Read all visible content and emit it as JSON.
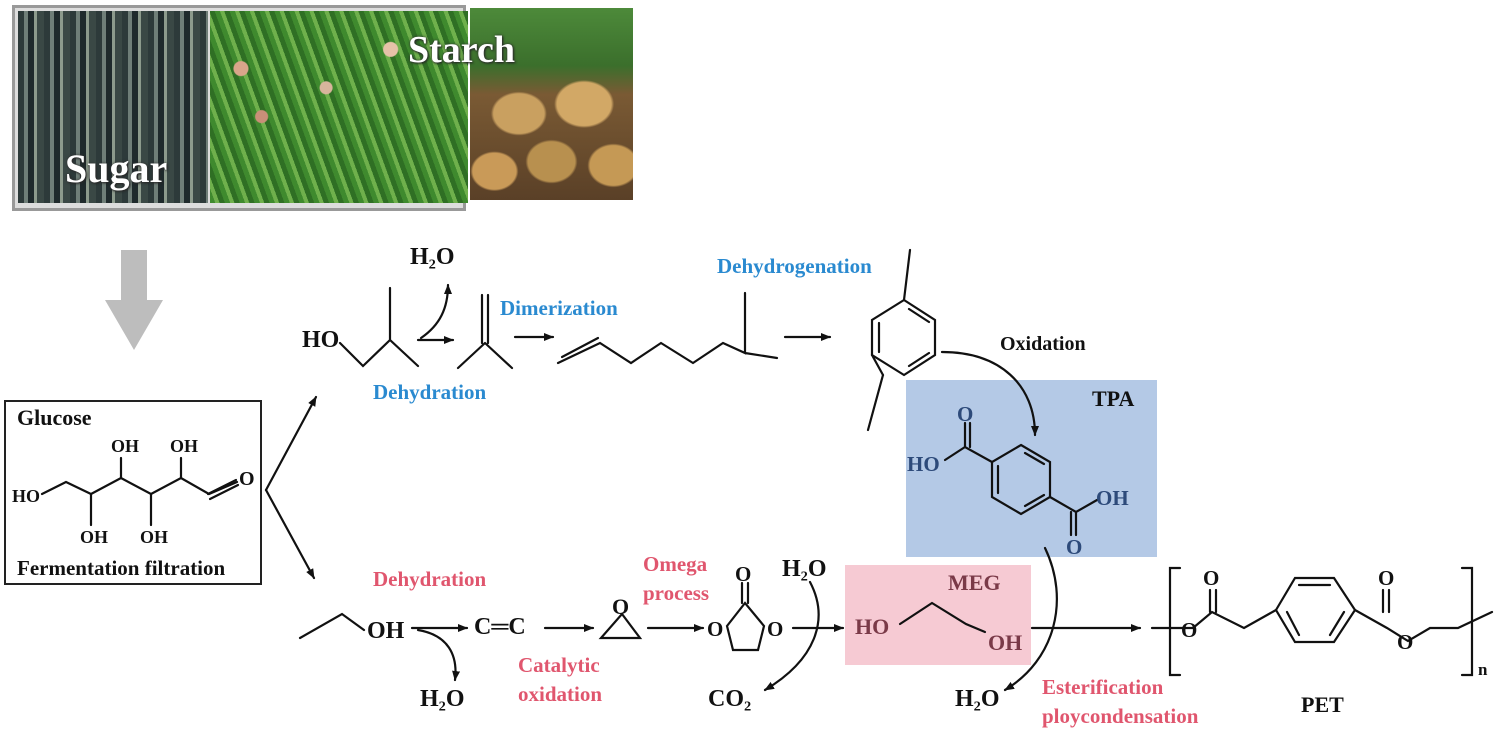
{
  "photos": {
    "sugar_label": "Sugar",
    "starch_label": "Starch"
  },
  "glucose": {
    "title": "Glucose",
    "subtitle": "Fermentation filtration",
    "oh_labels": [
      "OH",
      "OH",
      "HO",
      "OH",
      "OH"
    ]
  },
  "upper_path": {
    "water_top": "H₂O",
    "dehydration": "Dehydration",
    "dimerization": "Dimerization",
    "dehydrogenation": "Dehydrogenation",
    "oxidation": "Oxidation",
    "alcohol_ho": "HO"
  },
  "tpa": {
    "label": "TPA",
    "ho": "HO",
    "oh": "OH",
    "o_top": "O",
    "o_bottom": "O"
  },
  "lower_path": {
    "dehydration": "Dehydration",
    "ethanol_oh": "OH",
    "water_bottom": "H₂O",
    "ethylene": "C═C",
    "catalytic_oxidation_1": "Catalytic",
    "catalytic_oxidation_2": "oxidation",
    "epoxide_o": "O",
    "omega_1": "Omega",
    "omega_2": "process",
    "carbonate_o_top": "O",
    "carbonate_o_left": "O",
    "carbonate_o_right": "O",
    "water_omega": "H₂O",
    "co2": "CO₂"
  },
  "meg": {
    "label": "MEG",
    "ho": "HO",
    "oh": "OH"
  },
  "pet": {
    "label": "PET",
    "water": "H₂O",
    "esterification_1": "Esterification",
    "esterification_2": "ploycondensation",
    "o1": "O",
    "o2": "O",
    "o3": "O",
    "o4": "O",
    "n": "n"
  },
  "colors": {
    "blue_text": "#2a8ad0",
    "red_text": "#e0566e",
    "tpa_box": "#b4c9e6",
    "meg_box": "#f6cad3",
    "arrow_gray": "#bdbdbd"
  }
}
